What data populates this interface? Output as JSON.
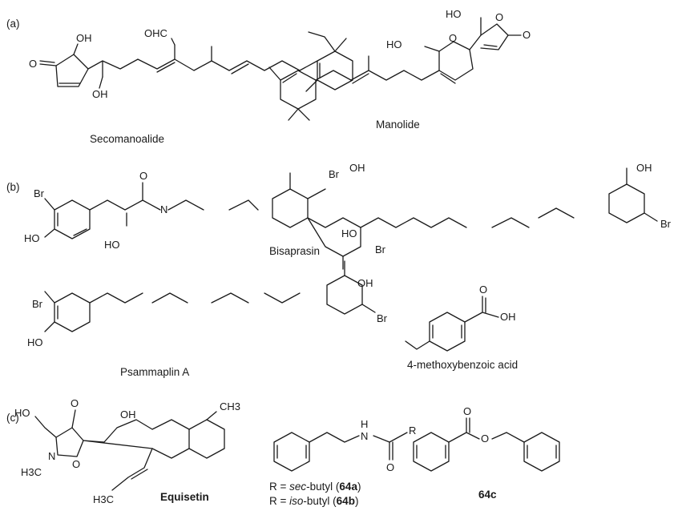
{
  "panels": {
    "a": "(a)",
    "b": "(b)",
    "c": "(c)"
  },
  "compounds": {
    "secomanoalide": "Secomanoalide",
    "manolide": "Manolide",
    "bisaprasin": "Bisaprasin",
    "psammaplin_a": "Psammaplin A",
    "methoxybenzoic": "4-methoxybenzoic acid",
    "equisetin": "Equisetin",
    "c64": "64c"
  },
  "r_groups": {
    "line1": {
      "prefix": "R = ",
      "name": "sec",
      "suffix": "-butyl (",
      "ref": "64a",
      "close": ")"
    },
    "line2": {
      "prefix": "R = ",
      "name": "iso",
      "suffix": "-butyl (",
      "ref": "64b",
      "close": ")"
    }
  },
  "atom_labels": {
    "O": "O",
    "OH": "OH",
    "HO": "HO",
    "OHC": "OHC",
    "Br": "Br",
    "N": "N",
    "H": "H",
    "R": "R",
    "CH3": "CH3",
    "H3C": "H3C",
    "HN": "HN",
    "HON": "HO",
    "NOH": "N"
  }
}
